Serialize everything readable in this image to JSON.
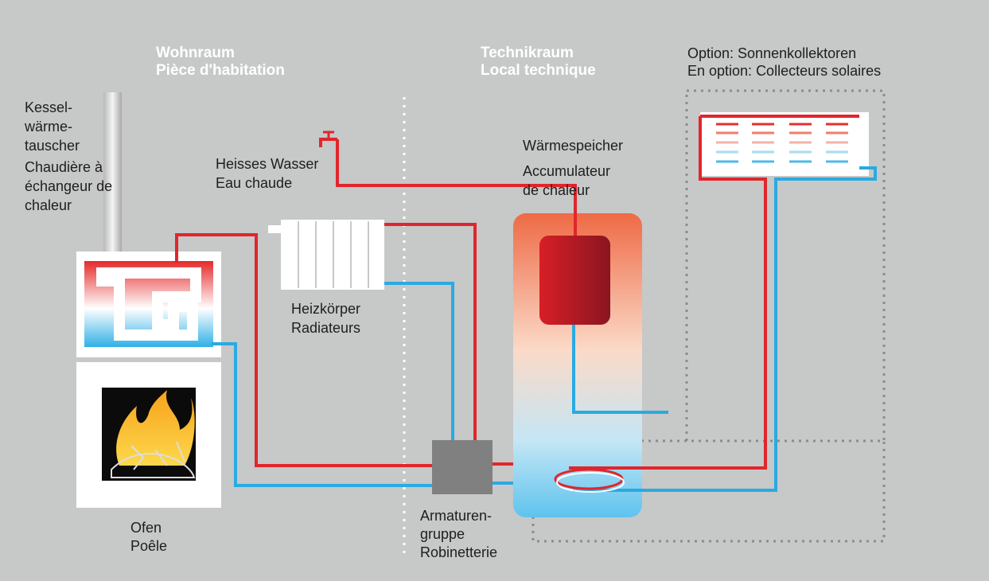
{
  "zones": {
    "living": {
      "line1": "Wohnraum",
      "line2": "Pièce d'habitation"
    },
    "technical": {
      "line1": "Technikraum",
      "line2": "Local technique"
    },
    "solar": {
      "line1": "Option: Sonnenkollektoren",
      "line2": "En option: Collecteurs solaires"
    }
  },
  "labels": {
    "boiler_de": "Kessel-\nwärme-\ntauscher",
    "boiler_fr": "Chaudière à\néchangeur de\nchaleur",
    "hot_water_de": "Heisses Wasser",
    "hot_water_fr": "Eau chaude",
    "radiator_de": "Heizkörper",
    "radiator_fr": "Radiateurs",
    "storage_de": "Wärmespeicher",
    "storage_fr": "Accumulateur\nde chaleur",
    "stove_de": "Ofen",
    "stove_fr": "Poêle",
    "valves": "Armaturen-\ngruppe\nRobinetterie"
  },
  "colors": {
    "background": "#c7c8c8",
    "hot_line": "#e0262c",
    "cold_line": "#2aaae2",
    "zone_divider": "#ffffff",
    "solar_boundary": "#8c8c8c",
    "valve_group": "#808080",
    "text": "#1e1e1e",
    "zone_title": "#ffffff"
  }
}
